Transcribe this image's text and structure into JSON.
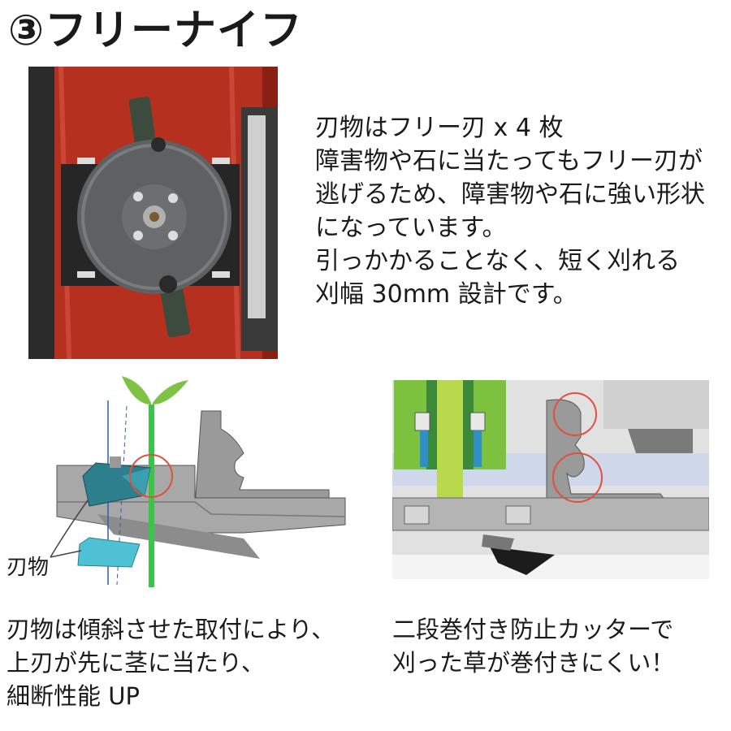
{
  "title": "③フリーナイフ",
  "description": [
    "刃物はフリー刃 x 4 枚",
    "障害物や石に当たってもフリー刃が",
    "逃げるため、障害物や石に強い形状",
    "になっています。",
    "引っかかることなく、短く刈れる",
    "刈幅 30mm 設計です。"
  ],
  "figure_left": {
    "label": "刃物"
  },
  "caption_left": [
    "刃物は傾斜させた取付により、",
    "上刃が先に茎に当たり、",
    "細断性能 UP"
  ],
  "caption_right": [
    "二段巻付き防止カッターで",
    "刈った草が巻付きにくい！"
  ],
  "colors": {
    "housing_red": "#b5301f",
    "disc_gray": "#5f6062",
    "plant_green": "#6cc24a",
    "blade_teal": "#4ec2d4",
    "highlight_circle": "#e0503a"
  }
}
